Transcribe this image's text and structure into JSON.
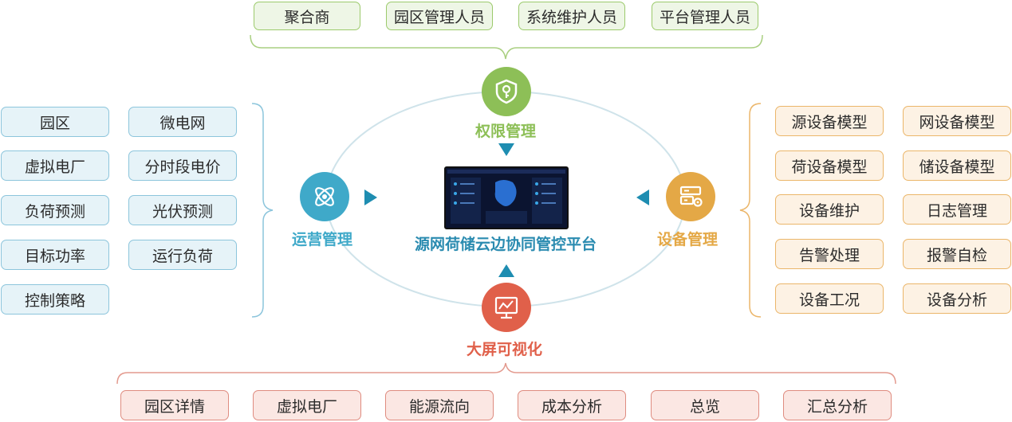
{
  "center": {
    "title": "源网荷储云边协同管控平台"
  },
  "permission": {
    "label": "权限管理",
    "color": "#8dbf57",
    "icon": "shield-key-icon",
    "items": [
      "聚合商",
      "园区管理人员",
      "系统维护人员",
      "平台管理人员"
    ]
  },
  "operation": {
    "label": "运营管理",
    "color": "#3fa9c9",
    "icon": "atom-icon",
    "col1": [
      "园区",
      "虚拟电厂",
      "负荷预测",
      "目标功率",
      "控制策略"
    ],
    "col2": [
      "微电网",
      "分时段电价",
      "光伏预测",
      "运行负荷"
    ]
  },
  "device": {
    "label": "设备管理",
    "color": "#e4a846",
    "icon": "server-gear-icon",
    "col1": [
      "源设备模型",
      "荷设备模型",
      "设备维护",
      "告警处理",
      "设备工况"
    ],
    "col2": [
      "网设备模型",
      "储设备模型",
      "日志管理",
      "报警自检",
      "设备分析"
    ]
  },
  "visual": {
    "label": "大屏可视化",
    "color": "#e0604a",
    "icon": "screen-chart-icon",
    "items": [
      "园区详情",
      "虚拟电厂",
      "能源流向",
      "成本分析",
      "总览",
      "汇总分析"
    ]
  }
}
